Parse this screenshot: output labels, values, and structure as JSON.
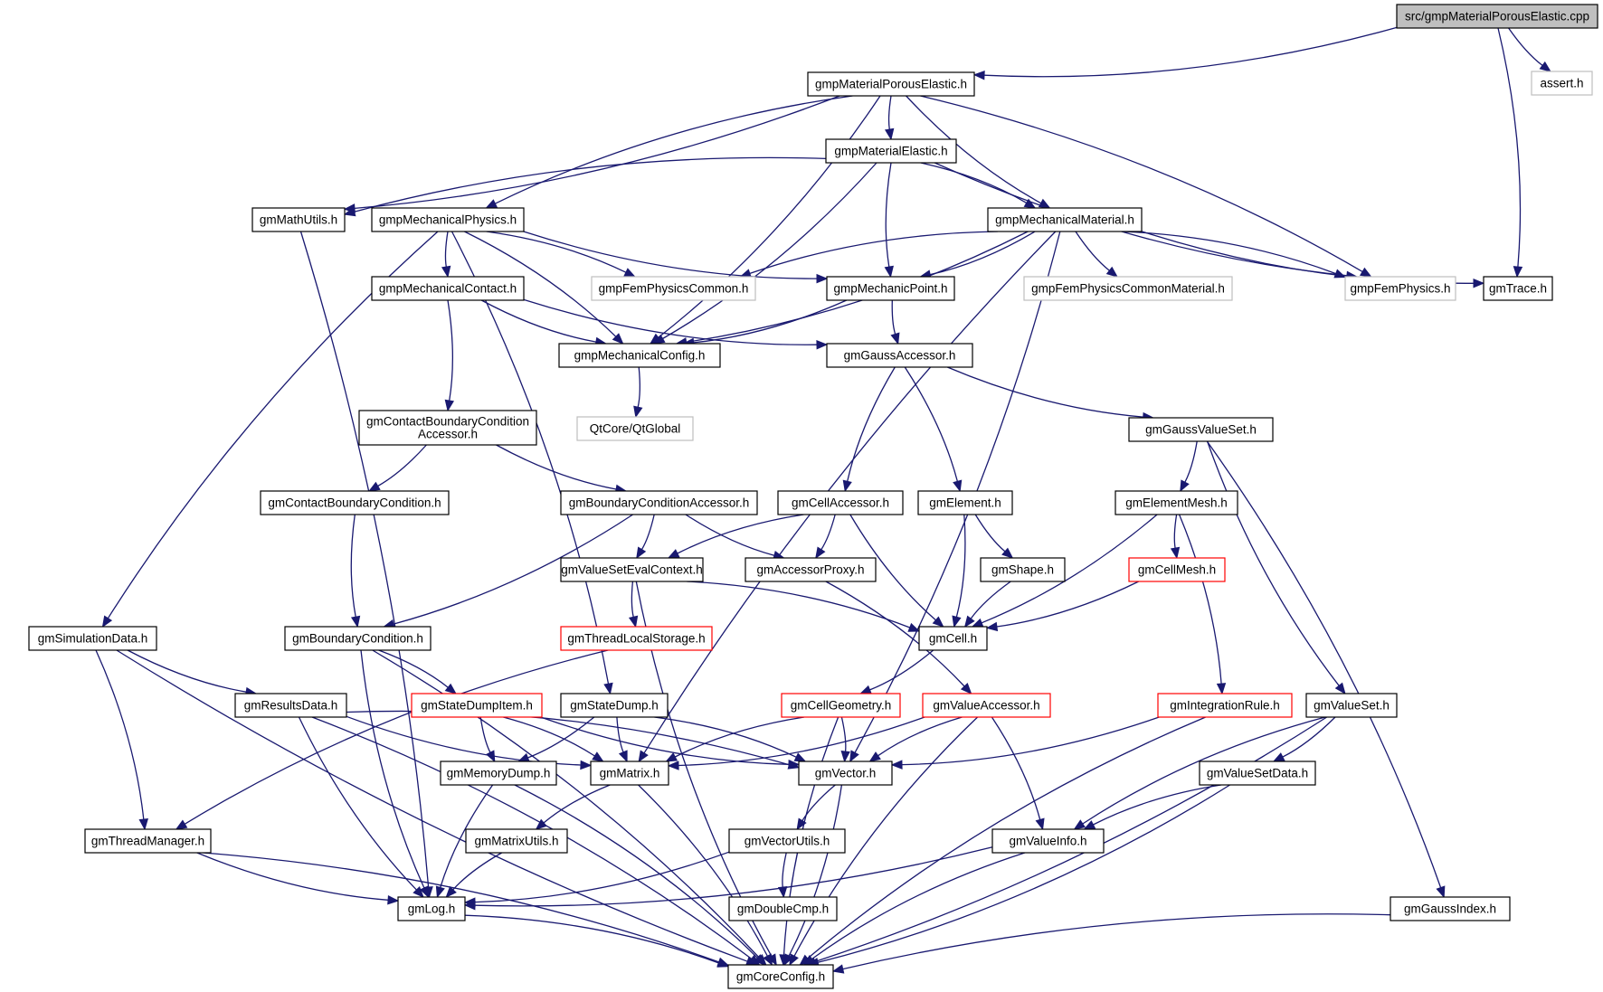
{
  "diagram": {
    "title": "Include dependency graph for src/gmpMaterialPorousElastic.cpp",
    "colors": {
      "edge": "#191970",
      "root_fill": "#bfbfbf",
      "truncated_border": "#ff0000",
      "external_border": "#bfbfbf"
    },
    "nodes": [
      {
        "id": "root",
        "label": "src/gmpMaterialPorousElastic.cpp",
        "kind": "root"
      },
      {
        "id": "assert",
        "label": "assert.h",
        "kind": "external"
      },
      {
        "id": "porousElastic",
        "label": "gmpMaterialPorousElastic.h",
        "kind": "normal"
      },
      {
        "id": "materialElastic",
        "label": "gmpMaterialElastic.h",
        "kind": "normal"
      },
      {
        "id": "mathUtils",
        "label": "gmMathUtils.h",
        "kind": "normal"
      },
      {
        "id": "mechPhysics",
        "label": "gmpMechanicalPhysics.h",
        "kind": "normal"
      },
      {
        "id": "mechMaterial",
        "label": "gmpMechanicalMaterial.h",
        "kind": "normal"
      },
      {
        "id": "mechContact",
        "label": "gmpMechanicalContact.h",
        "kind": "normal"
      },
      {
        "id": "femPhysCommon",
        "label": "gmpFemPhysicsCommon.h",
        "kind": "external"
      },
      {
        "id": "mechPoint",
        "label": "gmpMechanicPoint.h",
        "kind": "normal"
      },
      {
        "id": "femPhysCommonMat",
        "label": "gmpFemPhysicsCommonMaterial.h",
        "kind": "external"
      },
      {
        "id": "femPhysics",
        "label": "gmpFemPhysics.h",
        "kind": "external"
      },
      {
        "id": "trace",
        "label": "gmTrace.h",
        "kind": "normal"
      },
      {
        "id": "mechConfig",
        "label": "gmpMechanicalConfig.h",
        "kind": "normal"
      },
      {
        "id": "gaussAccessor",
        "label": "gmGaussAccessor.h",
        "kind": "normal"
      },
      {
        "id": "contactBCAccessor",
        "label": "gmContactBoundaryCondition\nAccessor.h",
        "kind": "normal"
      },
      {
        "id": "qtGlobal",
        "label": "QtCore/QtGlobal",
        "kind": "external"
      },
      {
        "id": "gaussValueSet",
        "label": "gmGaussValueSet.h",
        "kind": "normal"
      },
      {
        "id": "contactBC",
        "label": "gmContactBoundaryCondition.h",
        "kind": "normal"
      },
      {
        "id": "bcAccessor",
        "label": "gmBoundaryConditionAccessor.h",
        "kind": "normal"
      },
      {
        "id": "cellAccessor",
        "label": "gmCellAccessor.h",
        "kind": "normal"
      },
      {
        "id": "element",
        "label": "gmElement.h",
        "kind": "normal"
      },
      {
        "id": "elementMesh",
        "label": "gmElementMesh.h",
        "kind": "normal"
      },
      {
        "id": "valueSetEvalCtx",
        "label": "gmValueSetEvalContext.h",
        "kind": "normal"
      },
      {
        "id": "accessorProxy",
        "label": "gmAccessorProxy.h",
        "kind": "normal"
      },
      {
        "id": "shape",
        "label": "gmShape.h",
        "kind": "normal"
      },
      {
        "id": "cellMesh",
        "label": "gmCellMesh.h",
        "kind": "truncated"
      },
      {
        "id": "simulationData",
        "label": "gmSimulationData.h",
        "kind": "normal"
      },
      {
        "id": "boundaryCondition",
        "label": "gmBoundaryCondition.h",
        "kind": "normal"
      },
      {
        "id": "threadLocalStorage",
        "label": "gmThreadLocalStorage.h",
        "kind": "truncated"
      },
      {
        "id": "cell",
        "label": "gmCell.h",
        "kind": "normal"
      },
      {
        "id": "resultsData",
        "label": "gmResultsData.h",
        "kind": "normal"
      },
      {
        "id": "stateDumpItem",
        "label": "gmStateDumpItem.h",
        "kind": "truncated"
      },
      {
        "id": "stateDump",
        "label": "gmStateDump.h",
        "kind": "normal"
      },
      {
        "id": "cellGeometry",
        "label": "gmCellGeometry.h",
        "kind": "truncated"
      },
      {
        "id": "valueAccessor",
        "label": "gmValueAccessor.h",
        "kind": "truncated"
      },
      {
        "id": "integrationRule",
        "label": "gmIntegrationRule.h",
        "kind": "truncated"
      },
      {
        "id": "valueSet",
        "label": "gmValueSet.h",
        "kind": "normal"
      },
      {
        "id": "memoryDump",
        "label": "gmMemoryDump.h",
        "kind": "normal"
      },
      {
        "id": "matrix",
        "label": "gmMatrix.h",
        "kind": "normal"
      },
      {
        "id": "vector",
        "label": "gmVector.h",
        "kind": "normal"
      },
      {
        "id": "valueSetData",
        "label": "gmValueSetData.h",
        "kind": "normal"
      },
      {
        "id": "threadManager",
        "label": "gmThreadManager.h",
        "kind": "normal"
      },
      {
        "id": "matrixUtils",
        "label": "gmMatrixUtils.h",
        "kind": "normal"
      },
      {
        "id": "vectorUtils",
        "label": "gmVectorUtils.h",
        "kind": "normal"
      },
      {
        "id": "valueInfo",
        "label": "gmValueInfo.h",
        "kind": "normal"
      },
      {
        "id": "log",
        "label": "gmLog.h",
        "kind": "normal"
      },
      {
        "id": "doubleCmp",
        "label": "gmDoubleCmp.h",
        "kind": "normal"
      },
      {
        "id": "gaussIndex",
        "label": "gmGaussIndex.h",
        "kind": "normal"
      },
      {
        "id": "coreConfig",
        "label": "gmCoreConfig.h",
        "kind": "normal"
      }
    ],
    "edges": [
      [
        "root",
        "porousElastic"
      ],
      [
        "root",
        "assert"
      ],
      [
        "root",
        "trace"
      ],
      [
        "porousElastic",
        "materialElastic"
      ],
      [
        "porousElastic",
        "mathUtils"
      ],
      [
        "porousElastic",
        "mechPhysics"
      ],
      [
        "porousElastic",
        "mechConfig"
      ],
      [
        "porousElastic",
        "mechMaterial"
      ],
      [
        "porousElastic",
        "femPhysics"
      ],
      [
        "materialElastic",
        "mathUtils"
      ],
      [
        "materialElastic",
        "mechMaterial"
      ],
      [
        "materialElastic",
        "mechPoint"
      ],
      [
        "materialElastic",
        "mechConfig"
      ],
      [
        "materialElastic",
        "femPhysics"
      ],
      [
        "mathUtils",
        "log"
      ],
      [
        "mechPhysics",
        "mechContact"
      ],
      [
        "mechPhysics",
        "femPhysCommon"
      ],
      [
        "mechPhysics",
        "mechPoint"
      ],
      [
        "mechPhysics",
        "mechConfig"
      ],
      [
        "mechPhysics",
        "simulationData"
      ],
      [
        "mechPhysics",
        "stateDump"
      ],
      [
        "mechMaterial",
        "femPhysCommon"
      ],
      [
        "mechMaterial",
        "mechPoint"
      ],
      [
        "mechMaterial",
        "femPhysCommonMat"
      ],
      [
        "mechMaterial",
        "femPhysics"
      ],
      [
        "mechMaterial",
        "trace"
      ],
      [
        "mechMaterial",
        "mechConfig"
      ],
      [
        "mechMaterial",
        "matrix"
      ],
      [
        "mechMaterial",
        "vector"
      ],
      [
        "mechContact",
        "mechConfig"
      ],
      [
        "mechContact",
        "contactBCAccessor"
      ],
      [
        "mechContact",
        "gaussAccessor"
      ],
      [
        "mechPoint",
        "mechConfig"
      ],
      [
        "mechPoint",
        "gaussAccessor"
      ],
      [
        "mechConfig",
        "qtGlobal"
      ],
      [
        "gaussAccessor",
        "cellAccessor"
      ],
      [
        "gaussAccessor",
        "element"
      ],
      [
        "gaussAccessor",
        "gaussValueSet"
      ],
      [
        "contactBCAccessor",
        "contactBC"
      ],
      [
        "contactBCAccessor",
        "bcAccessor"
      ],
      [
        "gaussValueSet",
        "elementMesh"
      ],
      [
        "gaussValueSet",
        "valueSet"
      ],
      [
        "gaussValueSet",
        "gaussIndex"
      ],
      [
        "contactBC",
        "boundaryCondition"
      ],
      [
        "bcAccessor",
        "valueSetEvalCtx"
      ],
      [
        "bcAccessor",
        "accessorProxy"
      ],
      [
        "bcAccessor",
        "boundaryCondition"
      ],
      [
        "cellAccessor",
        "valueSetEvalCtx"
      ],
      [
        "cellAccessor",
        "accessorProxy"
      ],
      [
        "cellAccessor",
        "cell"
      ],
      [
        "element",
        "cell"
      ],
      [
        "element",
        "shape"
      ],
      [
        "elementMesh",
        "cell"
      ],
      [
        "elementMesh",
        "cellMesh"
      ],
      [
        "elementMesh",
        "integrationRule"
      ],
      [
        "valueSetEvalCtx",
        "threadLocalStorage"
      ],
      [
        "valueSetEvalCtx",
        "cell"
      ],
      [
        "valueSetEvalCtx",
        "coreConfig"
      ],
      [
        "accessorProxy",
        "valueAccessor"
      ],
      [
        "shape",
        "cell"
      ],
      [
        "cellMesh",
        "cell"
      ],
      [
        "simulationData",
        "resultsData"
      ],
      [
        "simulationData",
        "threadManager"
      ],
      [
        "simulationData",
        "coreConfig"
      ],
      [
        "boundaryCondition",
        "stateDumpItem"
      ],
      [
        "boundaryCondition",
        "log"
      ],
      [
        "boundaryCondition",
        "coreConfig"
      ],
      [
        "threadLocalStorage",
        "threadManager"
      ],
      [
        "cell",
        "cellGeometry"
      ],
      [
        "resultsData",
        "matrix"
      ],
      [
        "resultsData",
        "vector"
      ],
      [
        "resultsData",
        "log"
      ],
      [
        "resultsData",
        "coreConfig"
      ],
      [
        "stateDumpItem",
        "memoryDump"
      ],
      [
        "stateDumpItem",
        "matrix"
      ],
      [
        "stateDumpItem",
        "vector"
      ],
      [
        "stateDump",
        "memoryDump"
      ],
      [
        "stateDump",
        "matrix"
      ],
      [
        "stateDump",
        "vector"
      ],
      [
        "cellGeometry",
        "matrix"
      ],
      [
        "cellGeometry",
        "vector"
      ],
      [
        "cellGeometry",
        "coreConfig"
      ],
      [
        "valueAccessor",
        "matrix"
      ],
      [
        "valueAccessor",
        "vector"
      ],
      [
        "valueAccessor",
        "valueInfo"
      ],
      [
        "valueAccessor",
        "coreConfig"
      ],
      [
        "integrationRule",
        "vector"
      ],
      [
        "integrationRule",
        "coreConfig"
      ],
      [
        "valueSet",
        "valueSetData"
      ],
      [
        "valueSet",
        "valueInfo"
      ],
      [
        "valueSet",
        "coreConfig"
      ],
      [
        "memoryDump",
        "log"
      ],
      [
        "memoryDump",
        "coreConfig"
      ],
      [
        "matrix",
        "matrixUtils"
      ],
      [
        "matrix",
        "coreConfig"
      ],
      [
        "vector",
        "vectorUtils"
      ],
      [
        "vector",
        "coreConfig"
      ],
      [
        "valueSetData",
        "valueInfo"
      ],
      [
        "valueSetData",
        "coreConfig"
      ],
      [
        "threadManager",
        "log"
      ],
      [
        "threadManager",
        "coreConfig"
      ],
      [
        "matrixUtils",
        "log"
      ],
      [
        "vectorUtils",
        "log"
      ],
      [
        "vectorUtils",
        "doubleCmp"
      ],
      [
        "valueInfo",
        "log"
      ],
      [
        "valueInfo",
        "coreConfig"
      ],
      [
        "log",
        "coreConfig"
      ],
      [
        "gaussIndex",
        "coreConfig"
      ]
    ]
  }
}
